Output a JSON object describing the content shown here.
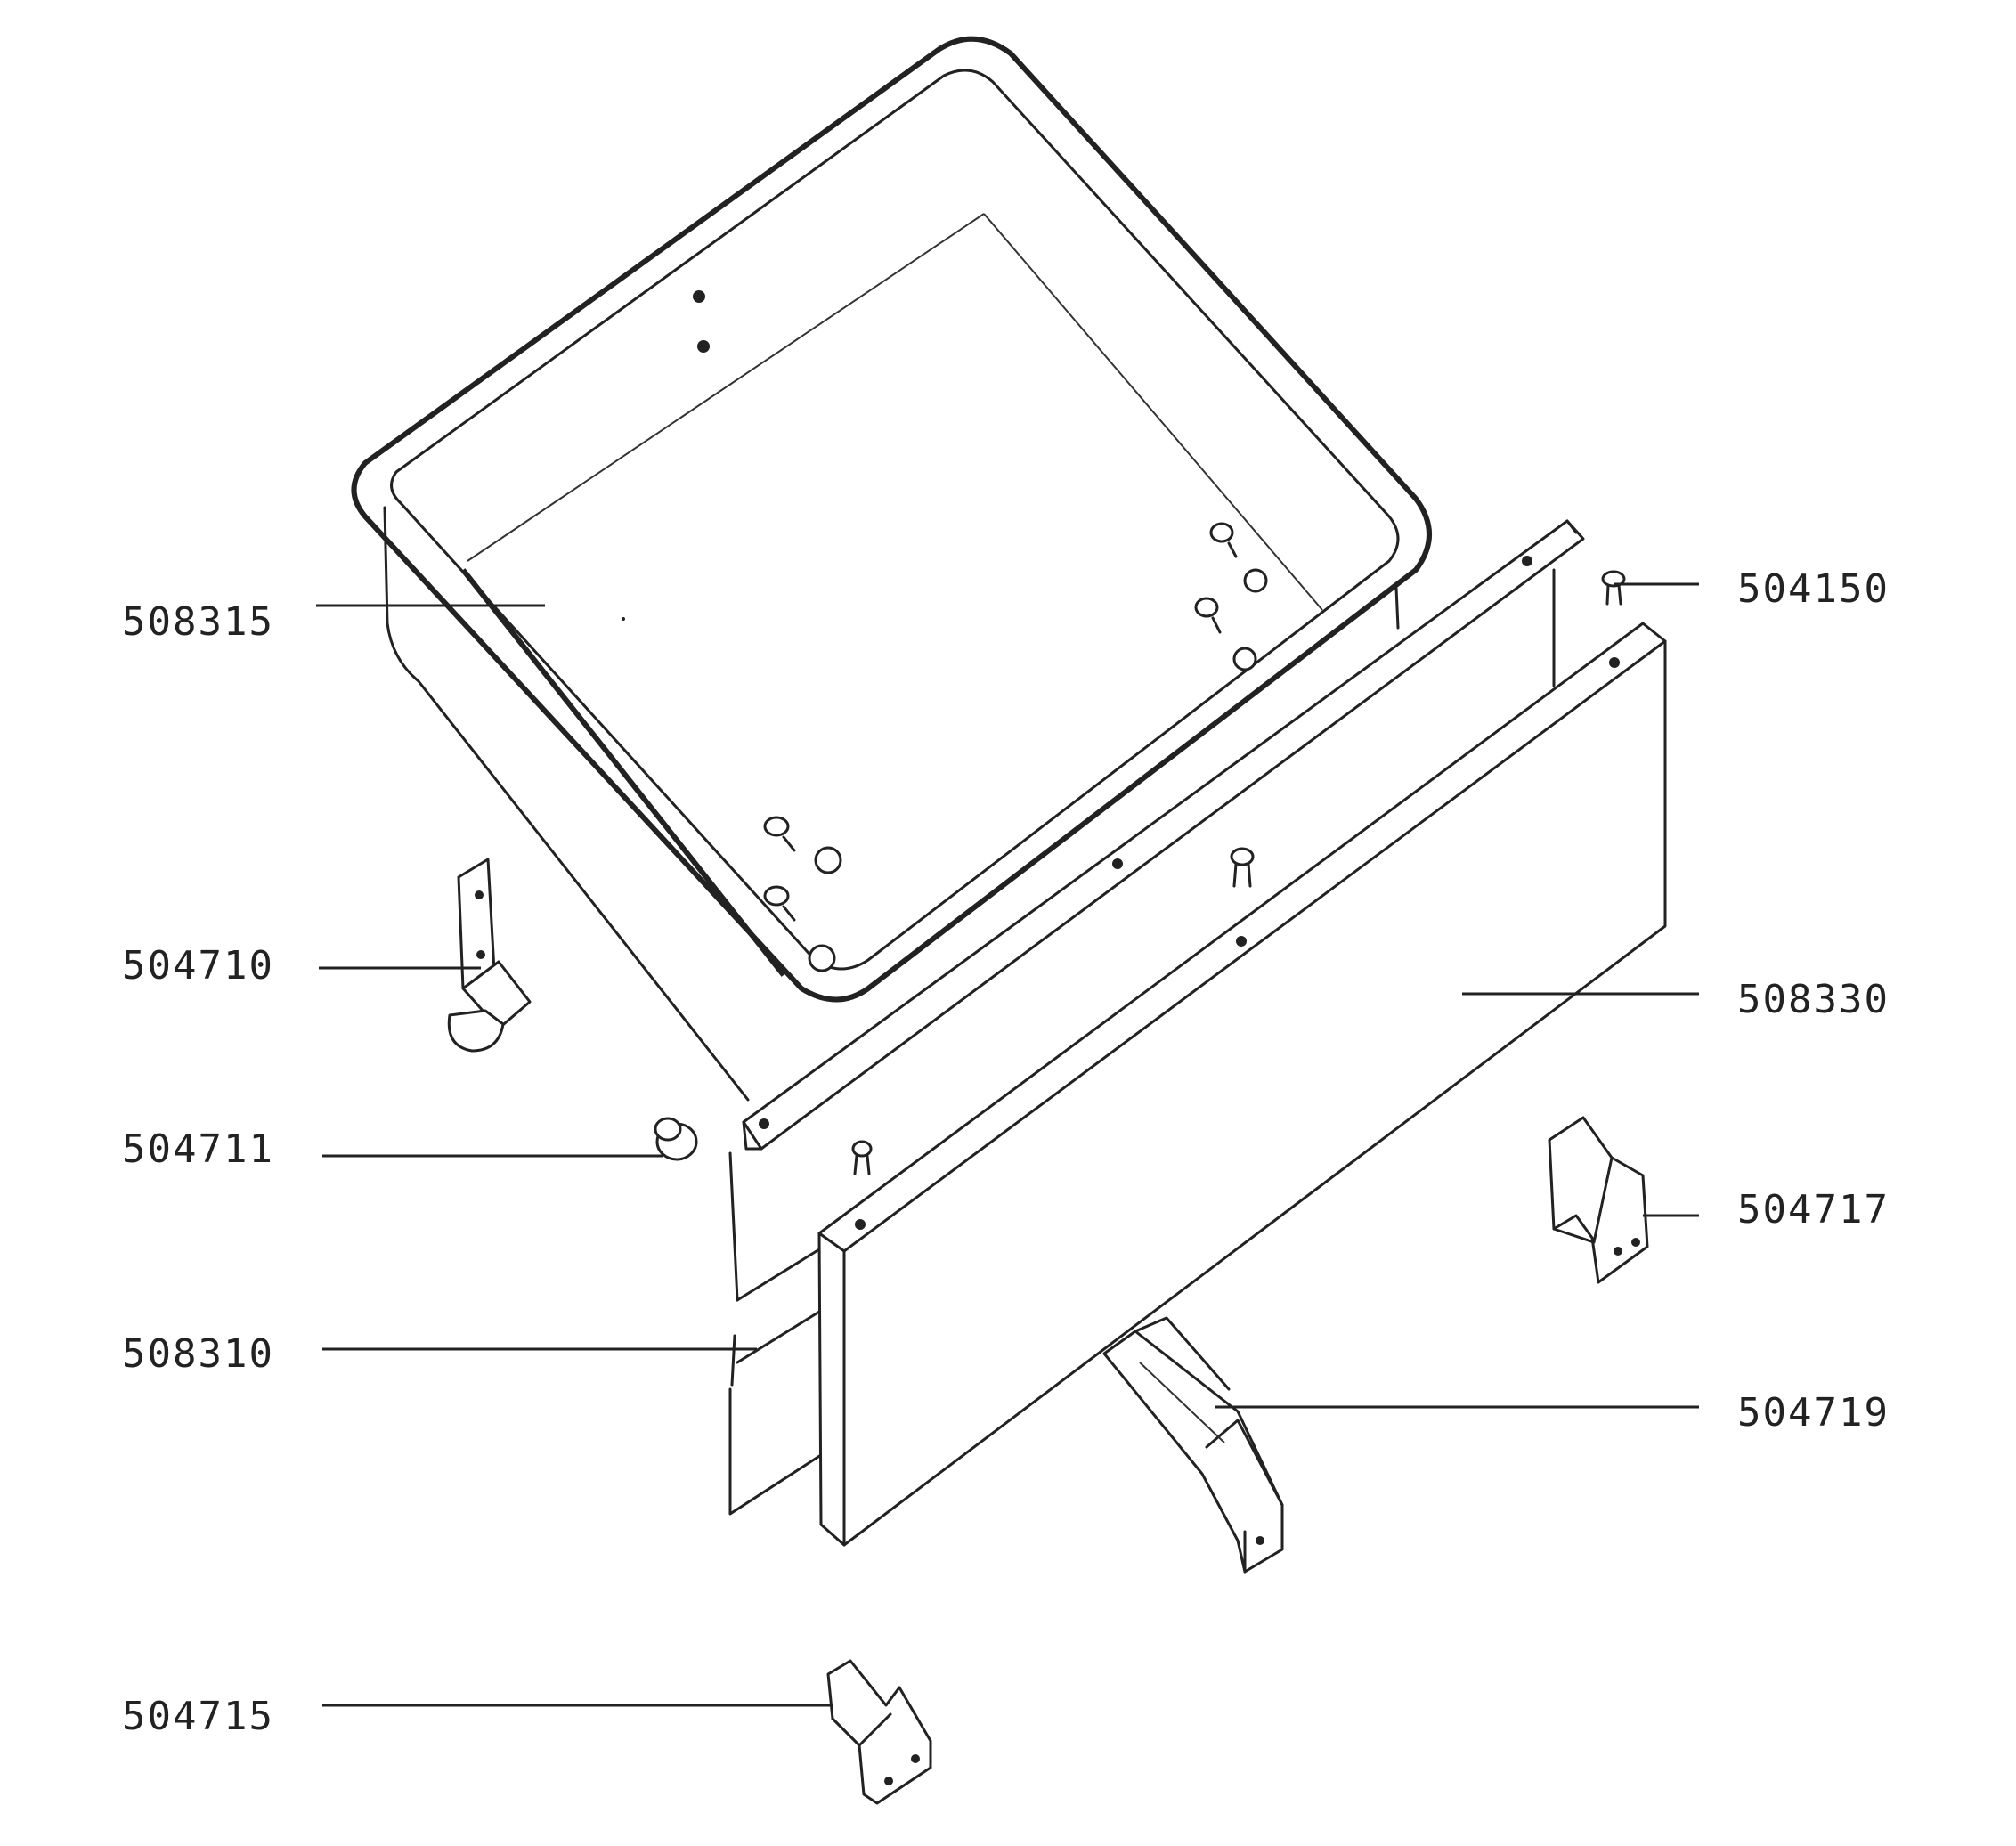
{
  "colors": {
    "ink": "#222222",
    "background": "#ffffff"
  },
  "parts": [
    {
      "id": "p508315",
      "number": "508315"
    },
    {
      "id": "p504150",
      "number": "504150"
    },
    {
      "id": "p504710",
      "number": "504710"
    },
    {
      "id": "p508330",
      "number": "508330"
    },
    {
      "id": "p504711",
      "number": "504711"
    },
    {
      "id": "p504717",
      "number": "504717"
    },
    {
      "id": "p508310",
      "number": "508310"
    },
    {
      "id": "p504719",
      "number": "504719"
    },
    {
      "id": "p504715",
      "number": "504715"
    }
  ]
}
